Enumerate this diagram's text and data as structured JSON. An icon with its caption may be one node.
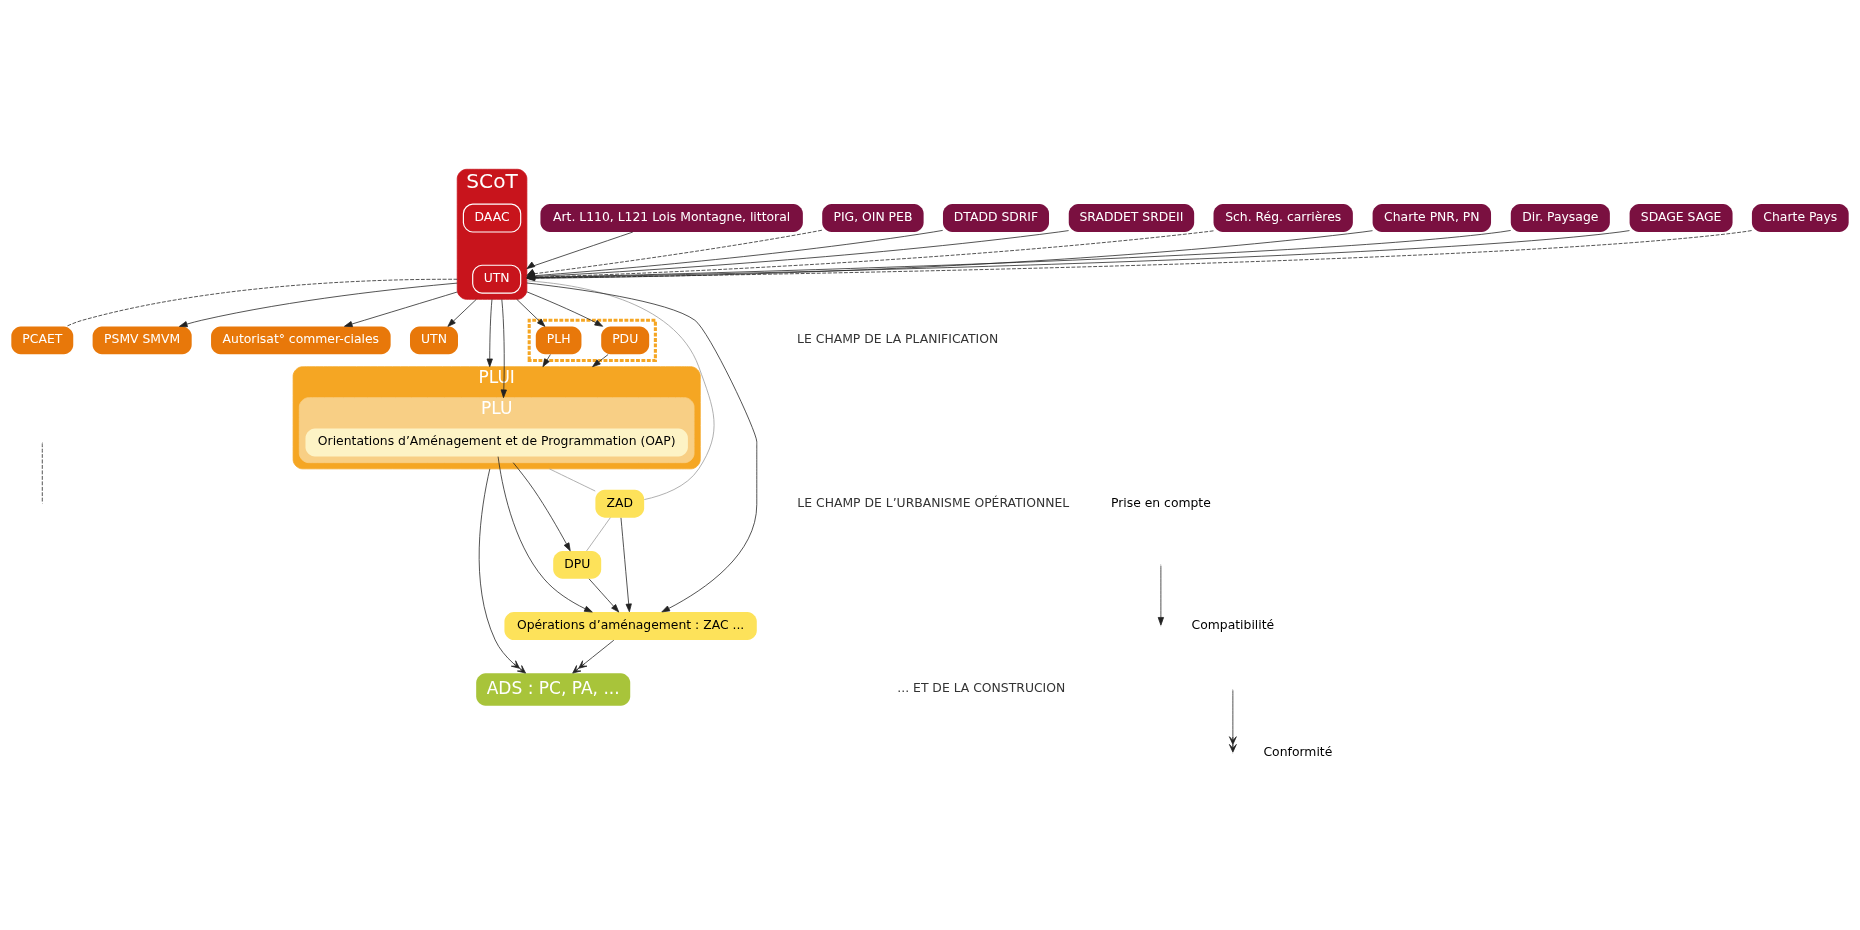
{
  "diagram": {
    "nodes": [
      {
        "text": [
          "Art. L110, L121 Lois Montagne, littoral"
        ]
      },
      {
        "text": [
          "PIG, OIN PEB"
        ]
      },
      {
        "text": [
          "DTADD SDRIF"
        ]
      },
      {
        "text": [
          "SRADDET SRDEII"
        ]
      },
      {
        "text": [
          "Sch. Rég. carrières"
        ]
      },
      {
        "text": [
          "Charte PNR, PN"
        ]
      },
      {
        "text": [
          "Dir. Paysage"
        ]
      },
      {
        "text": [
          "SDAGE SAGE"
        ]
      },
      {
        "text": [
          "Charte Pays"
        ]
      },
      {
        "text": [
          "SCoT"
        ]
      },
      {
        "text": [
          "DAAC"
        ],
        "in": 9
      },
      {
        "text": [
          "UTN"
        ],
        "in": 9
      },
      {
        "text": [
          "PCAET"
        ]
      },
      {
        "text": [
          "PSMV SMVM"
        ]
      },
      {
        "text": [
          "Autorisat° commer-ciales"
        ]
      },
      {
        "text": [
          "UTN"
        ]
      },
      {
        "text": [],
        "shape": "box"
      },
      {
        "text": [
          "PDU"
        ],
        "in": 16
      },
      {
        "text": [
          "PLH"
        ],
        "in": 16
      },
      {
        "text": [
          "PLUI"
        ]
      },
      {
        "text": [
          "PLU"
        ],
        "in": 19
      },
      {
        "text": [
          "Orientations d’Aménagement et de Programmation (OAP)"
        ],
        "in": 20
      },
      {
        "text": [
          "ZAD"
        ]
      },
      {
        "text": [
          "DPU"
        ]
      },
      {
        "text": [
          "Opérations d’aménagement : ZAC ..."
        ]
      },
      {
        "text": [
          "ADS : PC, PA, ..."
        ]
      }
    ],
    "edges": [
      {
        "from": 0,
        "to": 9,
        "arrow": "to"
      },
      {
        "from": 1,
        "to": 9,
        "arrow": "to",
        "style": "dashed"
      },
      {
        "from": 2,
        "to": 9,
        "arrow": "to"
      },
      {
        "from": 3,
        "to": 9,
        "arrow": "to"
      },
      {
        "from": 4,
        "to": 9,
        "arrow": "to",
        "style": "dashed"
      },
      {
        "from": 5,
        "to": 9,
        "arrow": "to"
      },
      {
        "from": 6,
        "to": 9,
        "arrow": "to"
      },
      {
        "from": 7,
        "to": 9,
        "arrow": "to"
      },
      {
        "from": 8,
        "to": 9,
        "arrow": "to",
        "style": "dashed"
      },
      {
        "from": 9,
        "to": 12,
        "arrow": "none",
        "style": "dashed"
      },
      {
        "from": 9,
        "to": 13,
        "arrow": "to"
      },
      {
        "from": 9,
        "to": 14,
        "arrow": "to"
      },
      {
        "from": 9,
        "to": 15,
        "arrow": "to"
      },
      {
        "from": 9,
        "to": 17,
        "arrow": "to"
      },
      {
        "from": 9,
        "to": 18,
        "arrow": "to"
      },
      {
        "from": 9,
        "to": 19,
        "arrow": "to"
      },
      {
        "from": 9,
        "to": 20,
        "arrow": "to"
      },
      {
        "from": 9,
        "to": 22,
        "arrow": "none",
        "color": "#999999"
      },
      {
        "from": 9,
        "to": 24,
        "arrow": "to"
      },
      {
        "from": 19,
        "to": 22,
        "arrow": "none",
        "color": "#999999"
      },
      {
        "from": 22,
        "to": 23,
        "arrow": "none",
        "color": "#999999"
      },
      {
        "from": 22,
        "to": 24,
        "arrow": "to"
      },
      {
        "from": 17,
        "to": 19,
        "arrow": "to"
      },
      {
        "from": 18,
        "to": 19,
        "arrow": "to"
      },
      {
        "from": 20,
        "to": 23,
        "arrow": "to"
      },
      {
        "from": 23,
        "to": 24,
        "arrow": "to"
      },
      {
        "from": 21,
        "to": 24,
        "arrow": "to"
      },
      {
        "from": 19,
        "to": 25,
        "arrow": "to"
      },
      {
        "from": 24,
        "to": 25,
        "arrow": "to"
      }
    ],
    "labels": [
      "LE CHAMP DE LA PLANIFICATION",
      "LE CHAMP DE L’URBANISME OPÉRATIONNEL",
      "... ET DE LA CONSTRUCION"
    ],
    "legend": [
      {
        "text": "Prise en compte"
      },
      {
        "text": "Compatibilité"
      },
      {
        "text": "Conformité"
      }
    ]
  }
}
